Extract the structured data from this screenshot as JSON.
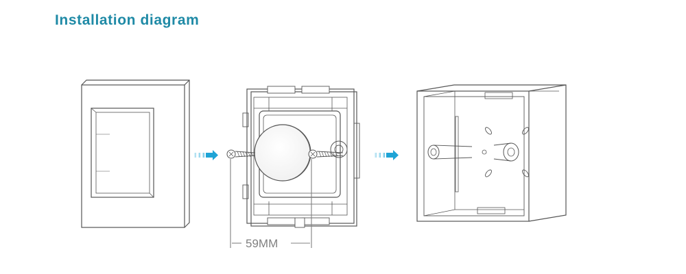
{
  "title": "Installation diagram",
  "dimension": {
    "label": "59MM"
  },
  "components": [
    {
      "id": "cover-frame",
      "icon": "cover-frame-icon"
    },
    {
      "id": "control-module",
      "icon": "dimmer-module-icon"
    },
    {
      "id": "wall-box",
      "icon": "wall-box-icon"
    }
  ],
  "colors": {
    "title": "#1f8aa6",
    "arrow": "#1fa4d6",
    "line": "#555555",
    "dimension": "#808080"
  }
}
